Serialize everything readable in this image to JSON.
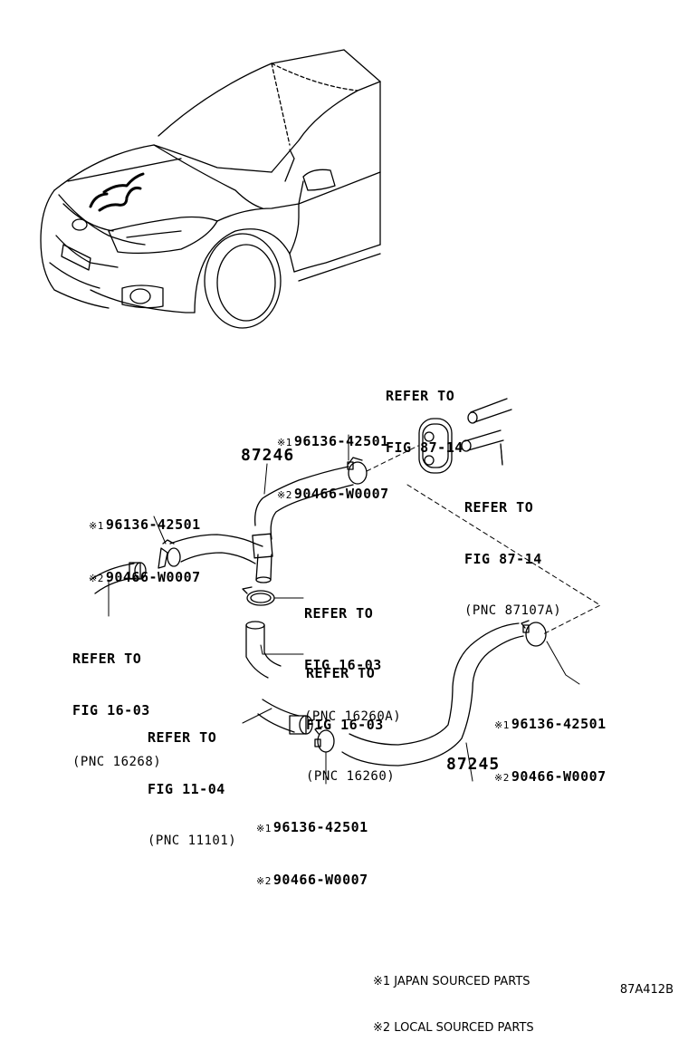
{
  "refer": {
    "r1": {
      "line1": "REFER TO",
      "line2": "FIG 87-14"
    },
    "r2": {
      "line1": "REFER TO",
      "line2": "FIG 87-14",
      "pnc": "(PNC 87107A)"
    },
    "r3": {
      "line1": "REFER TO",
      "line2": "FIG 16-03",
      "pnc": "(PNC 16268)"
    },
    "r4": {
      "line1": "REFER TO",
      "line2": "FIG 16-03",
      "pnc": "(PNC 16260A)"
    },
    "r5": {
      "line1": "REFER TO",
      "line2": "FIG 16-03",
      "pnc": "(PNC 16260)"
    },
    "r6": {
      "line1": "REFER TO",
      "line2": "FIG 11-04",
      "pnc": "(PNC 11101)"
    }
  },
  "clamps": {
    "c1": {
      "m1": "※1",
      "p1": "96136-42501",
      "m2": "※2",
      "p2": "90466-W0007"
    },
    "c2": {
      "m1": "※1",
      "p1": "96136-42501",
      "m2": "※2",
      "p2": "90466-W0007"
    },
    "c3": {
      "m1": "※1",
      "p1": "96136-42501",
      "m2": "※2",
      "p2": "90466-W0007"
    },
    "c4": {
      "m1": "※1",
      "p1": "96136-42501",
      "m2": "※2",
      "p2": "90466-W0007"
    }
  },
  "hoses": {
    "upper": "87246",
    "lower": "87245"
  },
  "legend": {
    "line1": "※1 JAPAN SOURCED PARTS",
    "line2": "※2 LOCAL SOURCED PARTS"
  },
  "figure_code": "87A412B",
  "icons": [
    "car-outline-icon",
    "hose-clamp-icon",
    "grommet-icon",
    "pipe-icon"
  ]
}
